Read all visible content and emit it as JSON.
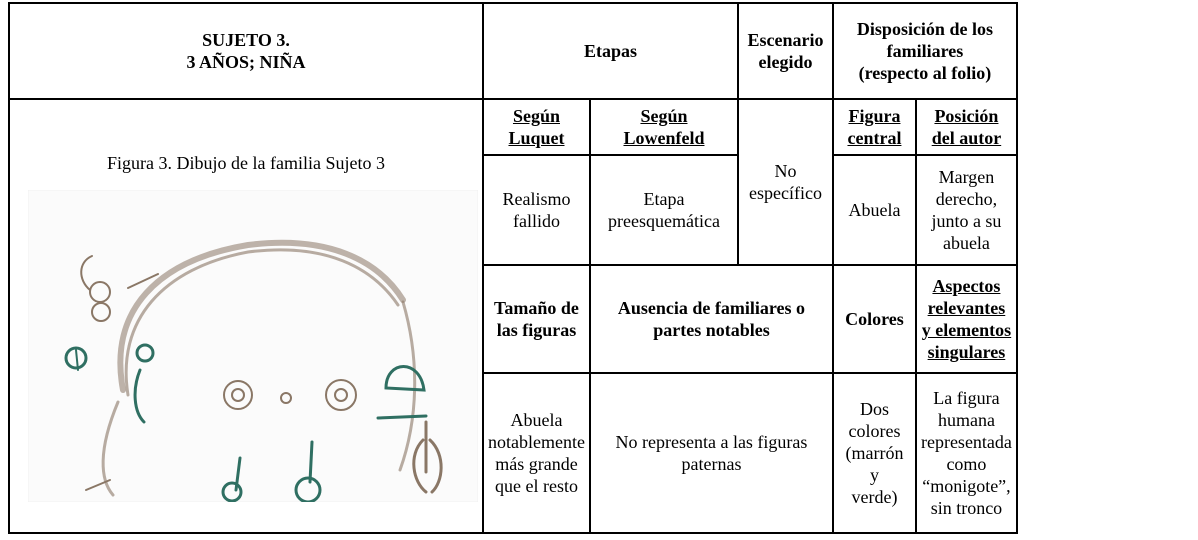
{
  "subject": {
    "line1": "SUJETO 3.",
    "line2": "3 AÑOS; NIÑA"
  },
  "headers": {
    "etapas": "Etapas",
    "escenario": [
      "Escenario",
      "elegido"
    ],
    "disposicion": [
      "Disposición de los",
      "familiares",
      "(respecto al folio)"
    ]
  },
  "subheaders": {
    "luquet": [
      "Según",
      "Luquet"
    ],
    "lowenfeld": [
      "Según",
      "Lowenfeld"
    ],
    "figura_central": [
      "Figura",
      "central"
    ],
    "posicion_autor": [
      "Posición",
      "del autor"
    ]
  },
  "figure": {
    "caption": "Figura 3. Dibujo de la familia Sujeto 3",
    "stroke_brown": "#8a7766",
    "stroke_green": "#2f6f62"
  },
  "row1": {
    "luquet": [
      "Realismo",
      "fallido"
    ],
    "lowenfeld": [
      "Etapa",
      "preesquemática"
    ],
    "escenario": [
      "No",
      "específico"
    ],
    "figura_central": "Abuela",
    "posicion_autor": [
      "Margen",
      "derecho,",
      "junto a su",
      "abuela"
    ]
  },
  "headers2": {
    "tamano": [
      "Tamaño de",
      "las figuras"
    ],
    "ausencia": [
      "Ausencia de familiares o",
      "partes notables"
    ],
    "colores": "Colores",
    "aspectos": [
      "Aspectos",
      "relevantes",
      "y elementos",
      "singulares"
    ]
  },
  "row2": {
    "tamano": [
      "Abuela",
      "notablemente",
      "más grande",
      "que el resto"
    ],
    "ausencia": [
      "No representa a las figuras",
      "paternas"
    ],
    "colores": [
      "Dos",
      "colores",
      "(marrón",
      "y",
      "verde)"
    ],
    "aspectos": [
      "La figura",
      "humana",
      "representada",
      "como",
      "“monigote”,",
      "sin tronco"
    ]
  }
}
